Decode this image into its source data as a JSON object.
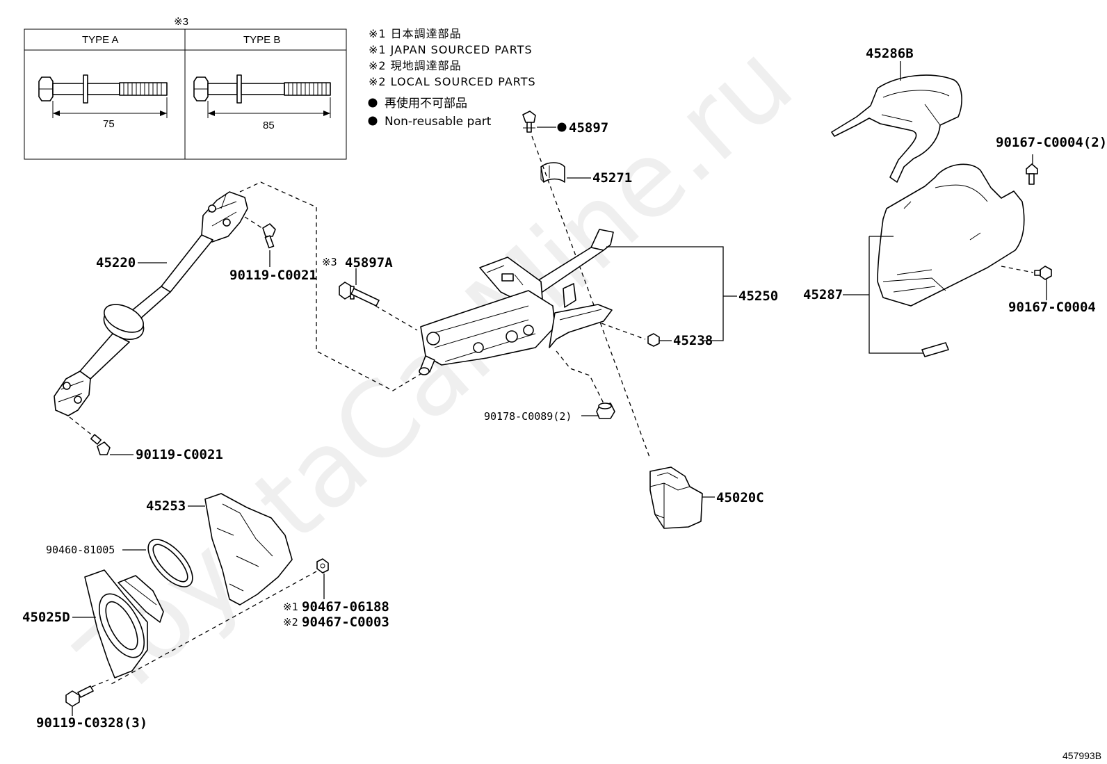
{
  "watermark": "ToyotaCarMine.ru",
  "diagram_code": "457993B",
  "inset": {
    "note_mark": "※3",
    "type_a_label": "TYPE A",
    "type_b_label": "TYPE B",
    "type_a_length": "75",
    "type_b_length": "85"
  },
  "legend": {
    "line1": "※1 日本調達部品",
    "line2": "※1 JAPAN SOURCED PARTS",
    "line3": "※2 現地調達部品",
    "line4": "※2 LOCAL SOURCED PARTS",
    "line5": "再使用不可部品",
    "line6": "Non-reusable part"
  },
  "parts": {
    "p45286B": "45286B",
    "p90167_2": "90167-C0004(2)",
    "p45287": "45287",
    "p90167": "90167-C0004",
    "p45897": "45897",
    "p45271": "45271",
    "p45220": "45220",
    "p90119a": "90119-C0021",
    "p45897A_mark": "※3",
    "p45897A": "45897A",
    "p45250": "45250",
    "p45238": "45238",
    "p90178": "90178-C0089(2)",
    "p90119b": "90119-C0021",
    "p45020C": "45020C",
    "p45253": "45253",
    "p90460": "90460-81005",
    "p45025D": "45025D",
    "p90467a_mark": "※1",
    "p90467a": "90467-06188",
    "p90467b_mark": "※2",
    "p90467b": "90467-C0003",
    "p90119c": "90119-C0328(3)"
  }
}
